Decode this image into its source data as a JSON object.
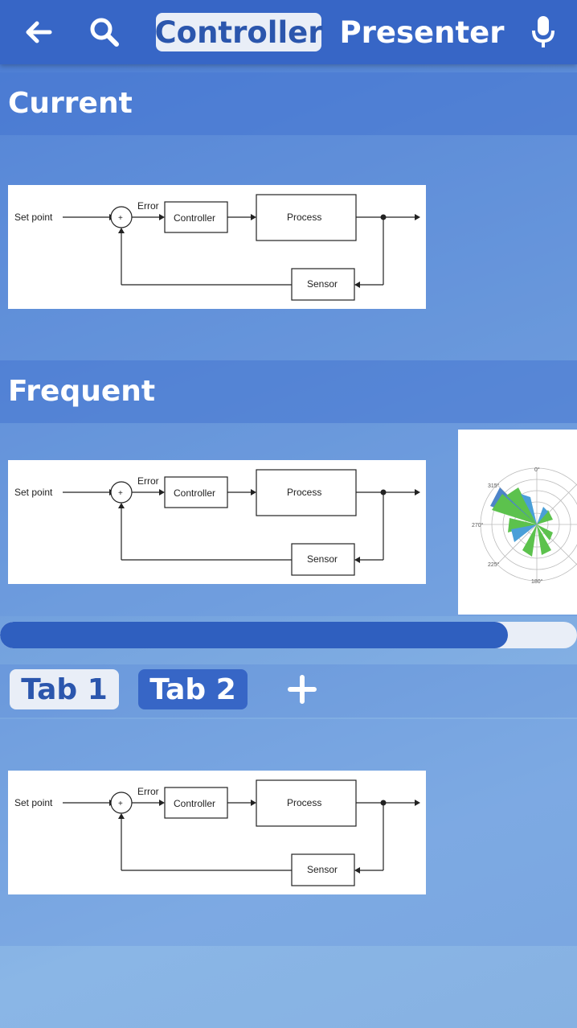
{
  "topbar": {
    "back_icon": "arrow-left-icon",
    "search_icon": "search-icon",
    "tab_controller": "Controller",
    "tab_presenter": "Presenter",
    "mic_icon": "microphone-icon"
  },
  "sections": {
    "current_title": "Current",
    "frequent_title": "Frequent"
  },
  "diagram": {
    "set_point": "Set point",
    "error": "Error",
    "controller": "Controller",
    "process": "Process",
    "sensor": "Sensor",
    "plus": "+"
  },
  "polar": {
    "angle_0": "0°",
    "angle_315": "315°",
    "angle_270": "270°",
    "angle_225": "225°",
    "angle_180": "180°"
  },
  "progress": {
    "value_percent": 88
  },
  "tabs": {
    "tab1": "Tab 1",
    "tab2": "Tab 2",
    "add_icon": "plus-icon"
  },
  "colors": {
    "topbar": "#3766c6",
    "accent": "#2f5fbf",
    "pill_bg": "#e9eef7",
    "pill_text": "#2b56ad"
  }
}
